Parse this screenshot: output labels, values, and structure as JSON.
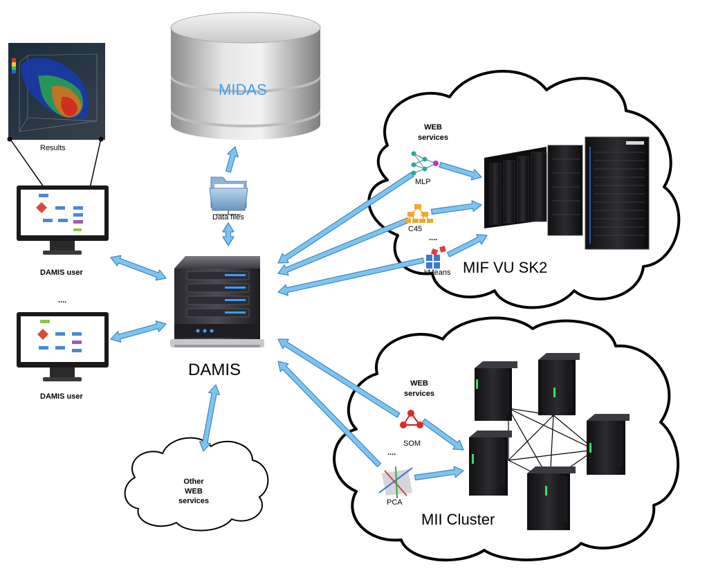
{
  "results_label": "Results",
  "midas_label": "MIDAS",
  "data_files_label": "Data files",
  "damis_label": "DAMIS",
  "users": [
    {
      "label": "DAMIS user"
    },
    {
      "label": "DAMIS user"
    }
  ],
  "users_ellipsis": "....",
  "other_services": {
    "line1": "Other",
    "line2": "WEB",
    "line3": "services"
  },
  "sk2_cloud": {
    "title": "MIF VU SK2",
    "web_line1": "WEB",
    "web_line2": "services",
    "services": [
      "MLP",
      "C45",
      "kMeans"
    ],
    "ellipsis": "...."
  },
  "mii_cloud": {
    "title": "MII Cluster",
    "web_line1": "WEB",
    "web_line2": "services",
    "services": [
      "SOM",
      "PCA"
    ],
    "ellipsis": "...."
  },
  "colors": {
    "arrow_fill": "#7ec4ee",
    "arrow_stroke": "#3a87c4",
    "server_dark": "#1e1e22",
    "midas_text": "#3ea0f0"
  }
}
